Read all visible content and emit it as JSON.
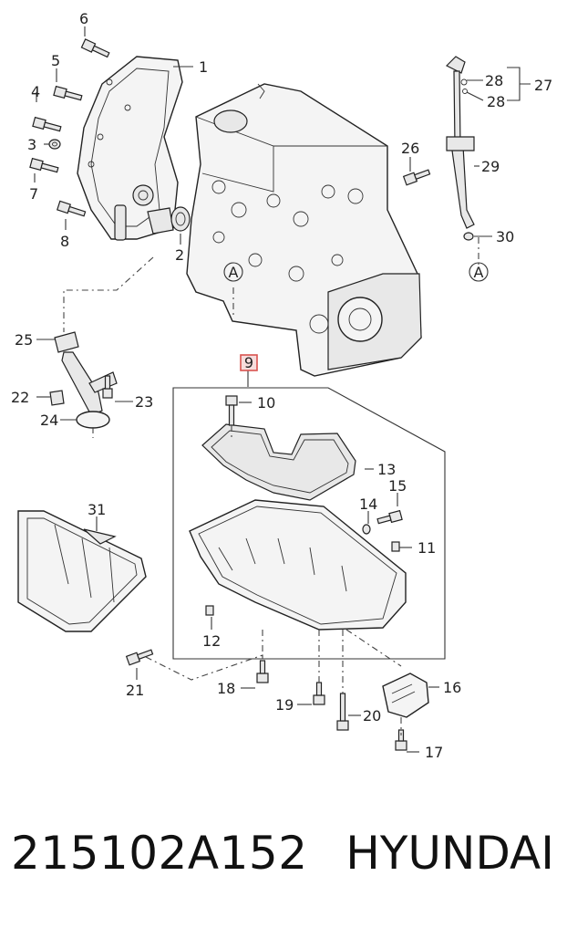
{
  "diagram": {
    "callouts": [
      "1",
      "2",
      "3",
      "4",
      "5",
      "6",
      "7",
      "8",
      "9",
      "10",
      "11",
      "12",
      "13",
      "14",
      "15",
      "16",
      "17",
      "18",
      "19",
      "20",
      "21",
      "22",
      "23",
      "24",
      "25",
      "26",
      "27",
      "28",
      "28",
      "29",
      "30",
      "31"
    ],
    "reference_marks": [
      "A",
      "A"
    ],
    "highlight_color": "#d9534f"
  },
  "footer": {
    "part_number": "215102A152",
    "brand": "HYUNDAI"
  }
}
